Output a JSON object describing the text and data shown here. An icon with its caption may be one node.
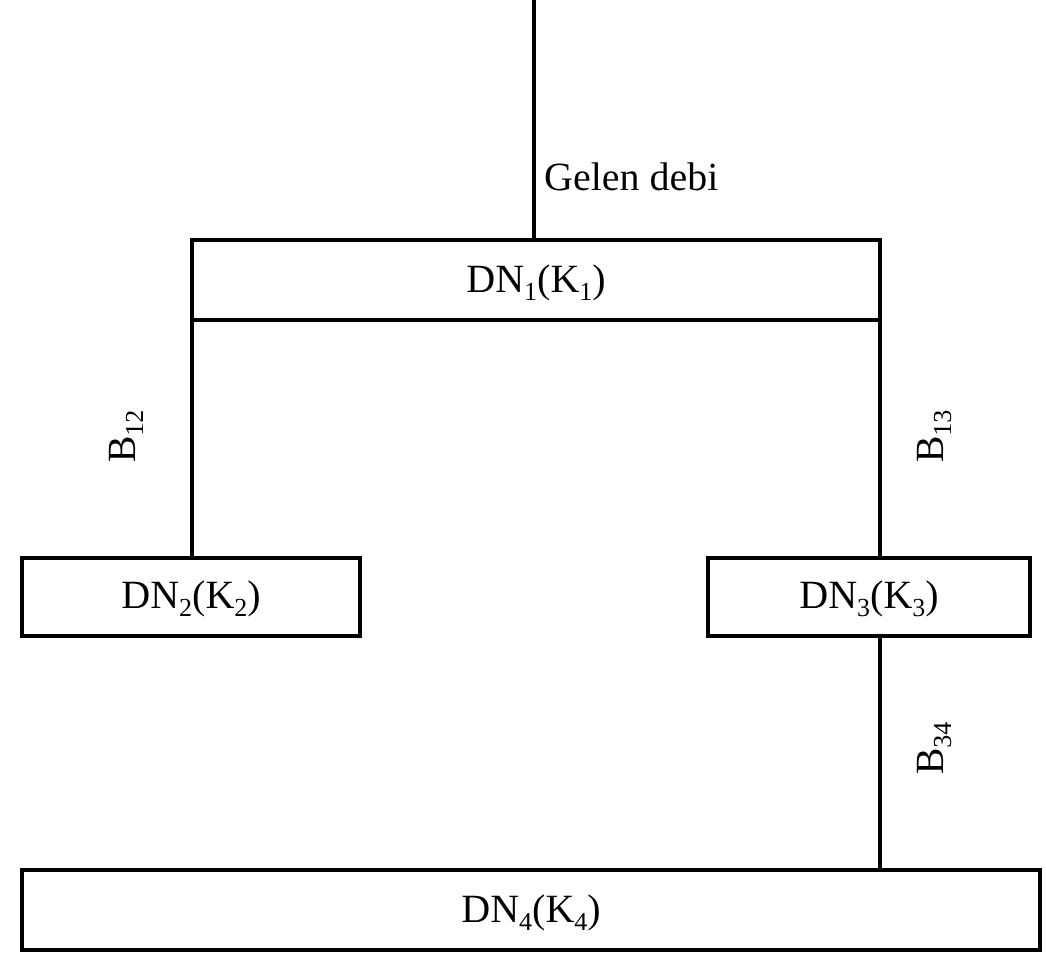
{
  "diagram": {
    "nodes": [
      {
        "text": [
          "DN$_{1}$(K$_{1}$)"
        ]
      },
      {
        "text": [
          "DN$_{2}$(K$_{2}$)"
        ]
      },
      {
        "text": [
          "DN$_{3}$(K$_{3}$)"
        ]
      },
      {
        "text": [
          "DN$_{4}$(K$_{4}$)"
        ]
      }
    ],
    "edges": [
      {
        "from": null,
        "to": 0,
        "arrow": "none",
        "label": "Gelen debi"
      },
      {
        "from": 0,
        "to": 1,
        "arrow": "none",
        "label": "B$_{12}$"
      },
      {
        "from": 0,
        "to": 2,
        "arrow": "none",
        "label": "B$_{13}$"
      },
      {
        "from": 2,
        "to": 3,
        "arrow": "none",
        "label": "B$_{34}$"
      }
    ]
  }
}
